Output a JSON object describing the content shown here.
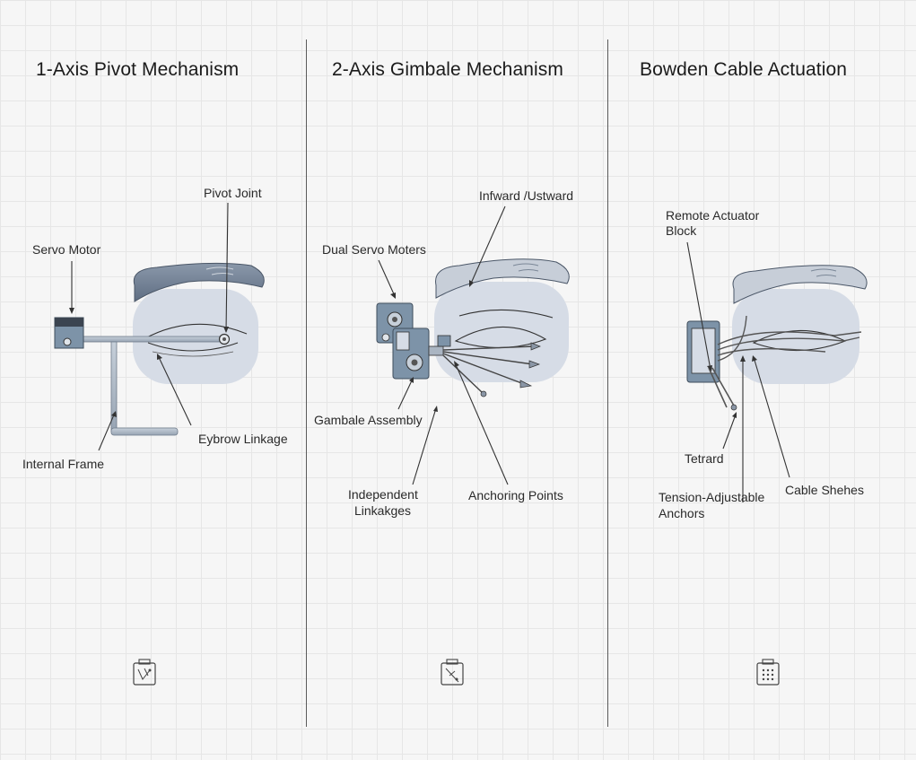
{
  "panels": [
    {
      "title": "1-Axis Pivot Mechanism",
      "labels": {
        "pivot_joint": "Pivot Joint",
        "servo_motor": "Servo Motor",
        "eyebrow_linkage": "Eybrow Linkage",
        "internal_frame": "Internal Frame"
      }
    },
    {
      "title": "2-Axis Gimbale Mechanism",
      "labels": {
        "inward_upward": "Infward /Ustward",
        "dual_servo_motors": "Dual Servo Moters",
        "gimbal_assembly": "Gambale Assembly",
        "independent_linkages_1": "Independent",
        "independent_linkages_2": "Linkakges",
        "anchoring_points": "Anchoring Points"
      }
    },
    {
      "title": "Bowden Cable Actuation",
      "labels": {
        "remote_actuator_1": "Remote Actuator",
        "remote_actuator_2": "Block",
        "tetrard": "Tetrard",
        "tension_anchors_1": "Tension-Adjustable",
        "tension_anchors_2": "Anchors",
        "cable_sheathes": "Cable Shehes"
      }
    }
  ],
  "colors": {
    "brow": "#6f7e92",
    "eye_region": "#d6dce6",
    "metal": "#aab5c2",
    "servo": "#7d93a8",
    "line": "#333333"
  }
}
